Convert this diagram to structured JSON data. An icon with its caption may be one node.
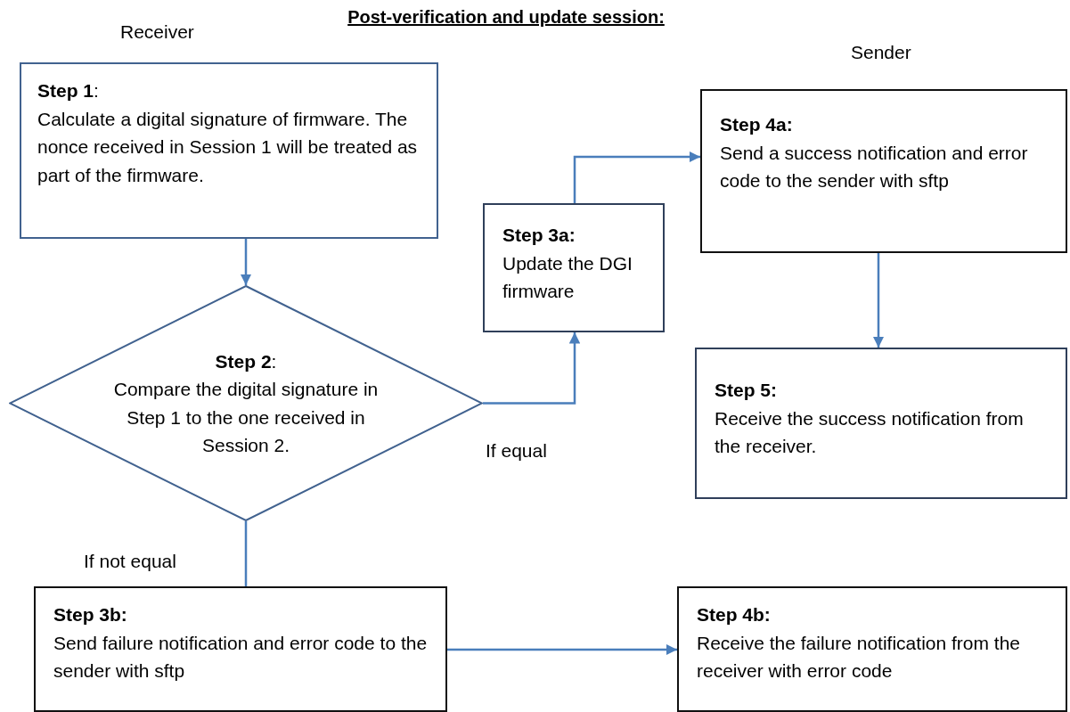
{
  "diagram": {
    "title": "Post-verification and update session:",
    "nodes": [
      {
        "text": [
          "**Step 1**:",
          "Calculate a digital signature of firmware. The nonce received in Session 1 will be treated as part of the firmware."
        ]
      },
      {
        "text": [
          "**Step 2**:",
          "Compare the digital signature in Step 1 to the one received in Session 2."
        ]
      },
      {
        "text": [
          "Step 3a:",
          "Update the DGI firmware"
        ]
      },
      {
        "text": [
          "Step 4a:",
          "Send a success notification and error code to the sender with sftp"
        ]
      },
      {
        "text": [
          "Step 5:",
          "Receive the success notification from the receiver."
        ]
      },
      {
        "text": [
          "Step 3b:",
          "Send failure notification and error code to the sender with sftp"
        ]
      },
      {
        "text": [
          "Step 4b:",
          "Receive the failure notification from the receiver with error code"
        ]
      }
    ],
    "edges": [
      {
        "from": 0,
        "to": 1,
        "arrow": "to"
      },
      {
        "from": 1,
        "to": 2,
        "arrow": "to",
        "label": "If equal"
      },
      {
        "from": 2,
        "to": 3,
        "arrow": "to"
      },
      {
        "from": 3,
        "to": 4,
        "arrow": "to"
      },
      {
        "from": 1,
        "to": 5,
        "arrow": "none",
        "label": "If not equal"
      },
      {
        "from": 5,
        "to": 6,
        "arrow": "to"
      }
    ],
    "labels": [
      "Receiver",
      "Sender"
    ]
  }
}
